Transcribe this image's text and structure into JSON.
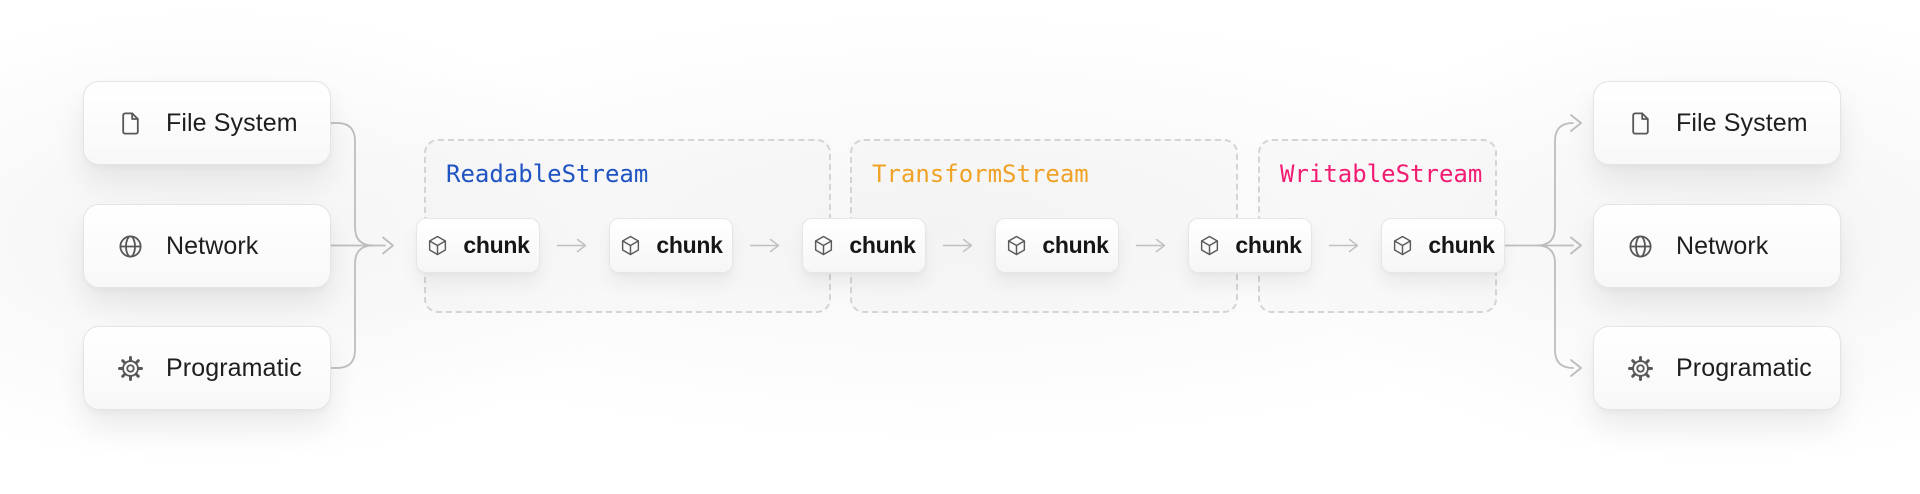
{
  "diagram": {
    "sources": [
      {
        "label": "File System",
        "icon": "file-icon"
      },
      {
        "label": "Network",
        "icon": "globe-icon"
      },
      {
        "label": "Programatic",
        "icon": "gear-icon"
      }
    ],
    "destinations": [
      {
        "label": "File System",
        "icon": "file-icon"
      },
      {
        "label": "Network",
        "icon": "globe-icon"
      },
      {
        "label": "Programatic",
        "icon": "gear-icon"
      }
    ],
    "streams": [
      {
        "name": "ReadableStream",
        "color": "#1f54c2"
      },
      {
        "name": "TransformStream",
        "color": "#efa227"
      },
      {
        "name": "WritableStream",
        "color": "#f21c72"
      }
    ],
    "chunk": {
      "label": "chunk",
      "icon": "cube-icon",
      "count": 6
    },
    "colors": {
      "connector": "#bdbdbd",
      "chunk_arrow": "#c3c3c3",
      "icon_stroke": "#575757",
      "node_border": "#e4e4e4",
      "dashed_border": "#d4d4d4",
      "label_text": "#1e1e20"
    }
  }
}
